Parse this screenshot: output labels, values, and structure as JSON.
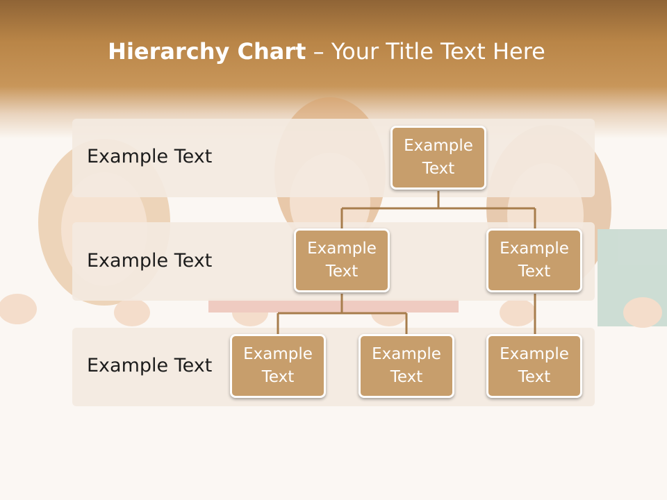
{
  "slide": {
    "title_bold": "Hierarchy Chart",
    "title_rest": " – Your Title Text Here"
  },
  "levels": [
    {
      "label": "Example Text"
    },
    {
      "label": "Example Text"
    },
    {
      "label": "Example Text"
    }
  ],
  "nodes": {
    "root": "Example Text",
    "level2_left": "Example Text",
    "level2_right": "Example Text",
    "level3_a": "Example Text",
    "level3_b": "Example Text",
    "level3_c": "Example Text"
  },
  "colors": {
    "header": "#b98547",
    "node_fill": "#c79e6c",
    "band": "#f3eae0",
    "connector": "#a77d4c"
  }
}
